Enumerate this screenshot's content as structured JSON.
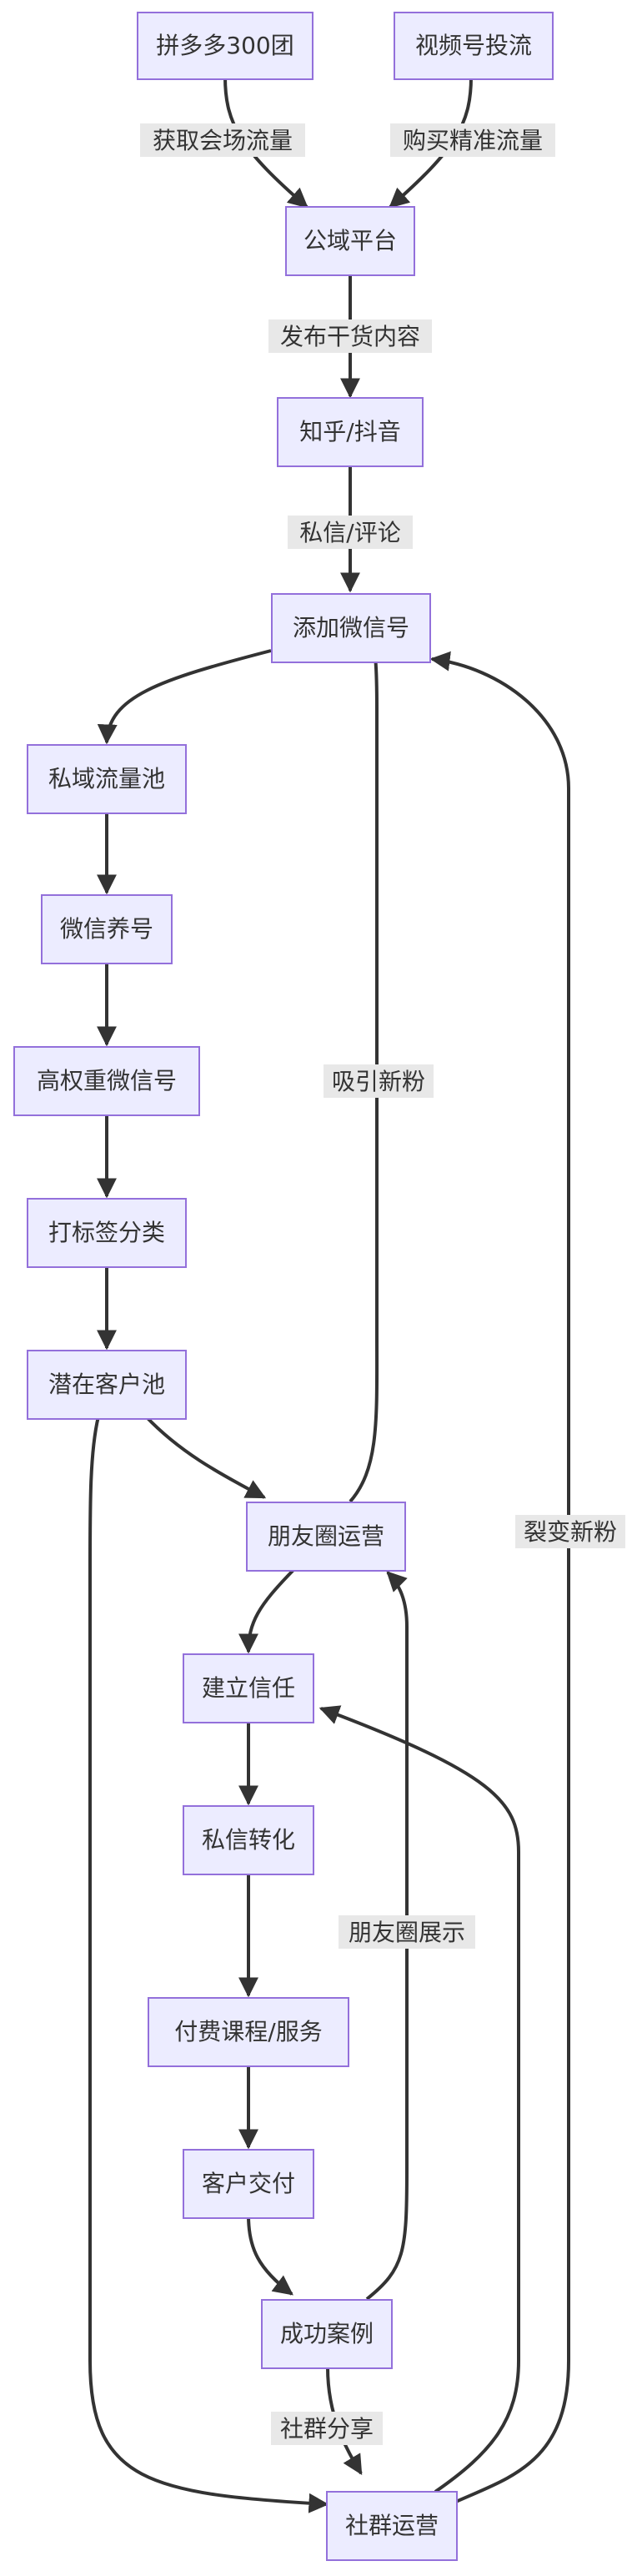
{
  "diagram": {
    "nodes": {
      "pdd": "拼多多300团",
      "video": "视频号投流",
      "public": "公域平台",
      "zhihu": "知乎/抖音",
      "addwx": "添加微信号",
      "private": "私域流量池",
      "raise": "微信养号",
      "highwx": "高权重微信号",
      "tag": "打标签分类",
      "potential": "潜在客户池",
      "moments": "朋友圈运营",
      "trust": "建立信任",
      "dm": "私信转化",
      "paid": "付费课程/服务",
      "deliver": "客户交付",
      "case": "成功案例",
      "group": "社群运营"
    },
    "edges": {
      "pdd_public": "获取会场流量",
      "video_public": "购买精准流量",
      "public_zhihu": "发布干货内容",
      "zhihu_addwx": "私信/评论",
      "moments_addwx": "吸引新粉",
      "group_addwx": "裂变新粉",
      "case_moments": "朋友圈展示",
      "case_group": "社群分享"
    }
  }
}
